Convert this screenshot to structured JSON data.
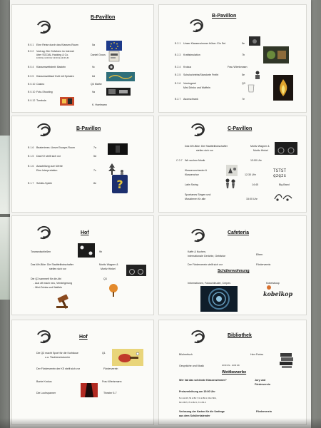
{
  "scene": {
    "sheets": [
      {
        "id": "b-pavillon-1",
        "title": "B-Pavillon",
        "rows": [
          {
            "num": "B 0.1",
            "text": "Eine Reise durch das Klassen-Raum",
            "right": "5a"
          },
          {
            "num": "B 0.2",
            "text": "Vortrag: Die Gefahren im Internet",
            "right": ""
          },
          {
            "num": "",
            "text": "über SOCIAL Hacking & Co.",
            "right": "Daniel Groos"
          },
          {
            "num": "",
            "text": "10:00 bis 11:00 Uhr  13:00 bis 14:00 Uhr",
            "right": ""
          },
          {
            "num": "B 0.4",
            "text": "Klassenwettstreit: Basteln",
            "right": "9c"
          },
          {
            "num": "B 0.5",
            "text": "Klassenwettlauf Duft mit Spiralen",
            "right": "6d"
          },
          {
            "num": "B 0.10",
            "text": "Casino",
            "right": "Q3 Mathe"
          },
          {
            "num": "B 0.10",
            "text": "Foto-Shooting",
            "right": "9a"
          },
          {
            "num": "B 0.12",
            "text": "Tombola",
            "right": "K. Hoelmann"
          }
        ]
      },
      {
        "id": "b-pavillon-2",
        "title": "B-Pavillon",
        "rows": [
          {
            "num": "B 2.1",
            "text": "Unser Klassenzimmer früher: Ein Set",
            "right": "5e"
          },
          {
            "num": "B 2.3",
            "text": "Kraftsimulation",
            "right": "7b"
          },
          {
            "num": "B 2.4",
            "text": "Krokus",
            "right": "Frau Wiertzmann"
          },
          {
            "num": "B 2.5",
            "text": "Schulschriebs/Standorte Freiht",
            "right": "5e"
          },
          {
            "num": "B 2.6",
            "text": "Vorsingerei",
            "right": "Q3"
          },
          {
            "num": "",
            "text": "Mini Drinks und Waffeln",
            "right": ""
          },
          {
            "num": "B 2.7",
            "text": "Asonschrank",
            "right": "7e"
          }
        ]
      },
      {
        "id": "b-pavillon-3",
        "title": "B-Pavillon",
        "rows": [
          {
            "num": "B 1.6",
            "text": "Beatertrees: Unser Escape-Room",
            "right": "7a"
          },
          {
            "num": "B 1.5",
            "text": "Das KV stellt sich vor",
            "right": "5d"
          },
          {
            "num": "B 1.6",
            "text": "Ausstellung zum Werte",
            "right": ""
          },
          {
            "num": "",
            "text": "Eine Interpretation",
            "right": "7c"
          },
          {
            "num": "B 1.7",
            "text": "Schätz-Spiele",
            "right": "8e"
          }
        ]
      },
      {
        "id": "c-pavillon",
        "title": "C-Pavillon",
        "rows": [
          {
            "num": "",
            "text": "Das Wir-Bike: Die Stadtteilbotschafter",
            "right": "Moritz Wagner &"
          },
          {
            "num": "",
            "text": "stellen sich vor",
            "right": "Moritz Hinkel"
          },
          {
            "num": "C 0.7",
            "text": "Wir suchen Musik",
            "right": "13:00 Uhr"
          },
          {
            "num": "",
            "text": "Klassenorchester &",
            "right": ""
          },
          {
            "num": "",
            "text": "Klassenchor",
            "right": "12:30 Uhr"
          },
          {
            "num": "",
            "text": "Latin Swing",
            "right": "14:45"
          },
          {
            "num": "",
            "text": "Spontanes Singen und",
            "right": ""
          },
          {
            "num": "",
            "text": "Musizieren für alle",
            "right": "15:00 Uhr"
          }
        ]
      },
      {
        "id": "hof-1",
        "title": "Hof",
        "rows": [
          {
            "num": "",
            "text": "Torwandschießen",
            "right": "9b"
          },
          {
            "num": "",
            "text": "Das Wir-Bike: Die Stadtteilbotschafter",
            "right": "Moritz Wagner &"
          },
          {
            "num": "",
            "text": "stellen sich vor",
            "right": "Moritz Hinkel"
          },
          {
            "num": "",
            "text": "Die Q3 sammelt für die Abi",
            "right": "Q3"
          },
          {
            "num": "",
            "text": "- Auk oft mach neu, Versteigerung",
            "right": ""
          },
          {
            "num": "",
            "text": "- Mini-Drinks und Waffeln",
            "right": ""
          }
        ]
      },
      {
        "id": "cafeteria",
        "title": "Cafeteria",
        "rows": [
          {
            "num": "",
            "text": "Kaffe & Kuchen,",
            "right": "Eltern"
          },
          {
            "num": "",
            "text": "Internationale Gerichte, Getränke",
            "right": ""
          },
          {
            "num": "",
            "text": "Der Förderverein stellt sich vor",
            "right": "Förderverein"
          }
        ],
        "subtitle": "Schülerwohnung",
        "subrow": {
          "text": "Informationen, Fotoschleuder, Crepes",
          "right": "Kobelsbosp"
        },
        "sign": "kobelkop"
      },
      {
        "id": "hof-2",
        "title": "Hof",
        "rows": [
          {
            "num": "",
            "text": "Die Q3 macht Sport für die Kurhäuse",
            "right": "Q1"
          },
          {
            "num": "",
            "text": "u.a. Tischtennisturnier",
            "right": ""
          },
          {
            "num": "",
            "text": "Der Förderverein der KS stellt sich vor",
            "right": "Förderverein"
          },
          {
            "num": "",
            "text": "Bunte Krokus",
            "right": "Frau Wiertzmann"
          },
          {
            "num": "",
            "text": "Die Lochspanner",
            "right": "Theater 5-7"
          }
        ]
      },
      {
        "id": "bibliothek",
        "title": "Bibliothek",
        "rows": [
          {
            "num": "",
            "text": "Büchertisch",
            "right": "Herr Fortes"
          },
          {
            "num": "",
            "text": "Gespräche und Musik",
            "right": "10:00 Uhr - 14:00 Uhr"
          }
        ],
        "subtitle": "Wettbewerbe",
        "subrows": [
          {
            "text": "Wer hat das schönste Klassenzimmer?",
            "right": "Jury und"
          },
          {
            "text": "",
            "right": "Förderverein"
          },
          {
            "text": "Preisverleihung um 15:00 Uhr",
            "right": ""
          },
          {
            "text": "5c in A0.15, 5b in B2.7, 6c in B0.1, 6b in B0.2,",
            "right": ""
          },
          {
            "text": "6d in B0.5, 7b in B2.3, 7c in B1.6",
            "right": ""
          },
          {
            "text": "Verlosung der Karten für die Umfrage",
            "right": "Förderverein"
          },
          {
            "text": "aus dem Schülerkalender",
            "right": ""
          }
        ]
      }
    ]
  },
  "colors": {
    "paper": "#fbfbf8",
    "ink": "#1a1a1a",
    "wall": "#9a9c97"
  }
}
